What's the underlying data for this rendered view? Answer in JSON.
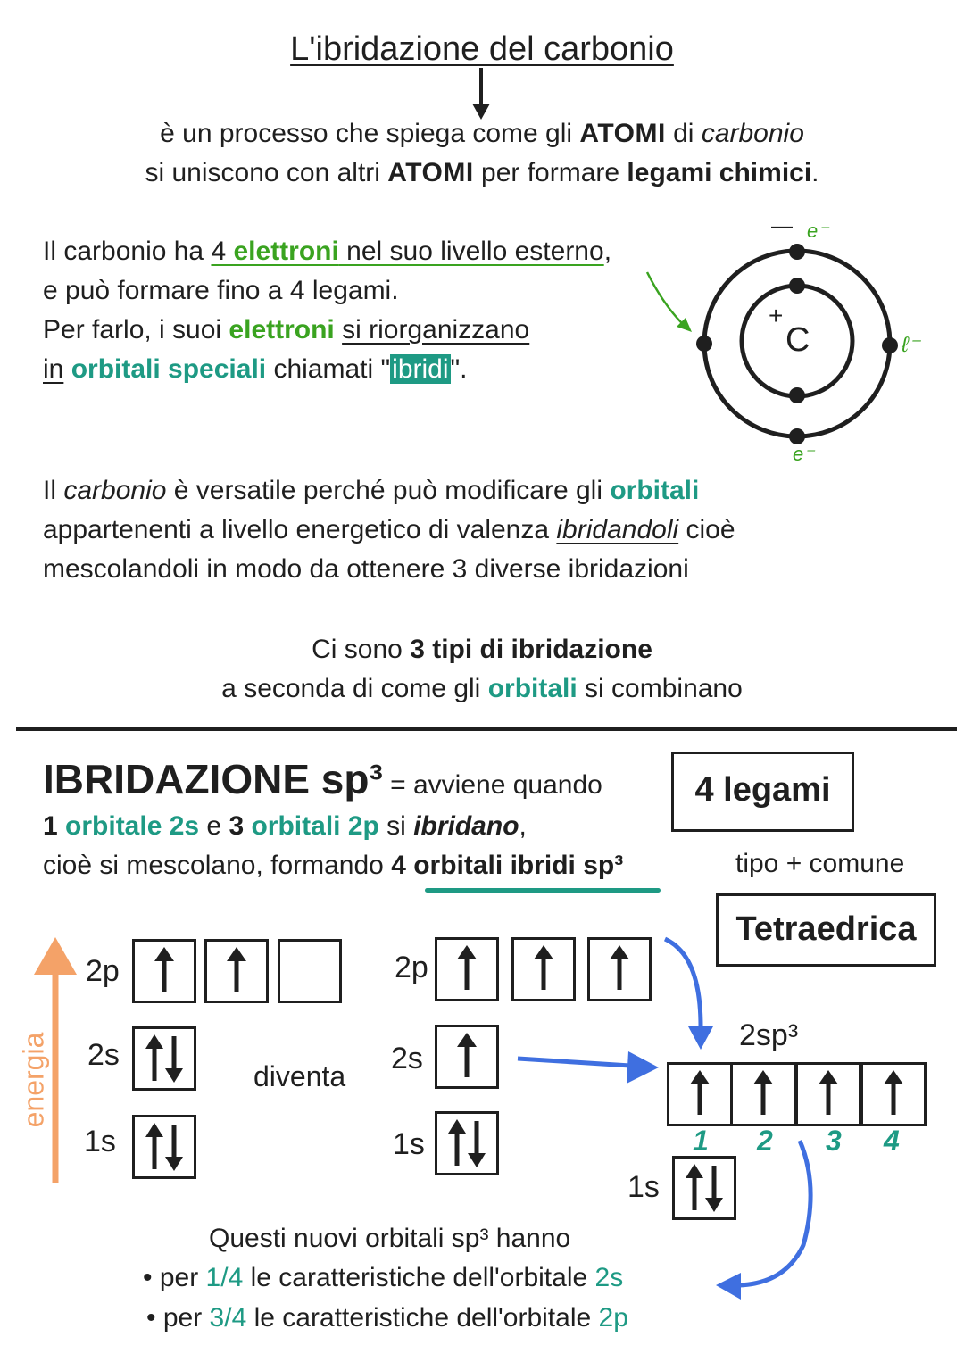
{
  "title": "L'ibridazione del carbonio",
  "intro": {
    "l1_a": "è un processo che spiega come gli ",
    "l1_b": "ATOMI",
    "l1_c": " di ",
    "l1_d": "carbonio",
    "l2_a": "si uniscono con altri ",
    "l2_b": "ATOMI",
    "l2_c": " per formare ",
    "l2_d": "legami chimici",
    "l2_e": "."
  },
  "para1": {
    "l1_a": "Il carbonio ha ",
    "l1_b": "4 ",
    "l1_c": "elettroni",
    "l1_d": " nel suo livello esterno",
    "l1_e": ",",
    "l2": "e può formare fino a 4 legami.",
    "l3_a": "Per farlo, i suoi ",
    "l3_b": "elettroni",
    "l3_c": " ",
    "l3_d": "si riorganizzano ",
    "l4_a": "in",
    "l4_b": " ",
    "l4_c": "orbitali speciali",
    "l4_d": " chiamati \"",
    "l4_e": "ibridi",
    "l4_f": "\"."
  },
  "atom": {
    "nucleus_label": "C",
    "charge_plus": "+",
    "charge_minus": "—",
    "electron_label": "e⁻",
    "electron_label_side": "ℓ⁻"
  },
  "para2": {
    "l1_a": "Il ",
    "l1_b": "carbonio",
    "l1_c": " è versatile perché può modificare gli ",
    "l1_d": "orbitali",
    "l2_a": "appartenenti a livello energetico di valenza ",
    "l2_b": "ibridandoli",
    "l2_c": " cioè",
    "l3": "mescolandoli in modo da ottenere 3 diverse ibridazioni"
  },
  "types": {
    "l1_a": "Ci sono ",
    "l1_b": "3 tipi di ibridazione",
    "l2_a": "a seconda di come gli ",
    "l2_b": "orbitali",
    "l2_c": " si combinano"
  },
  "sp3": {
    "heading": "IBRIDAZIONE sp³",
    "heading_tail": " = avviene quando",
    "l2_a": "1 ",
    "l2_b": "orbitale 2s",
    "l2_c": " e ",
    "l2_d": "3 ",
    "l2_e": "orbitali 2p",
    "l2_f": " si ",
    "l2_g": "ibridano",
    "l2_h": ",",
    "l3_a": "cioè si mescolano, formando ",
    "l3_b": "4 orbitali ibridi sp³",
    "bonds_box": "4 legami",
    "common": "tipo + comune",
    "geometry_box": "Tetraedrica"
  },
  "diagram": {
    "energy_label": "energia",
    "label_2p": "2p",
    "label_2s": "2s",
    "label_1s": "1s",
    "becomes": "diventa",
    "label_2sp3": "2sp³",
    "up_arrow": "↑",
    "pair_arrows": "↑↓",
    "numbers": [
      "1",
      "2",
      "3",
      "4"
    ]
  },
  "summary": {
    "l1": "Questi nuovi orbitali sp³ hanno",
    "l2_a": "• per ",
    "l2_b": "1/4",
    "l2_c": " le caratteristiche dell'orbitale ",
    "l2_d": "2s",
    "l3_a": "• per ",
    "l3_b": "3/4",
    "l3_c": " le caratteristiche dell'orbitale ",
    "l3_d": "2p"
  },
  "colors": {
    "accent": "#1e9a84",
    "green": "#3aa320",
    "energy": "#f4a268",
    "arrow_blue": "#3f6fe0"
  }
}
